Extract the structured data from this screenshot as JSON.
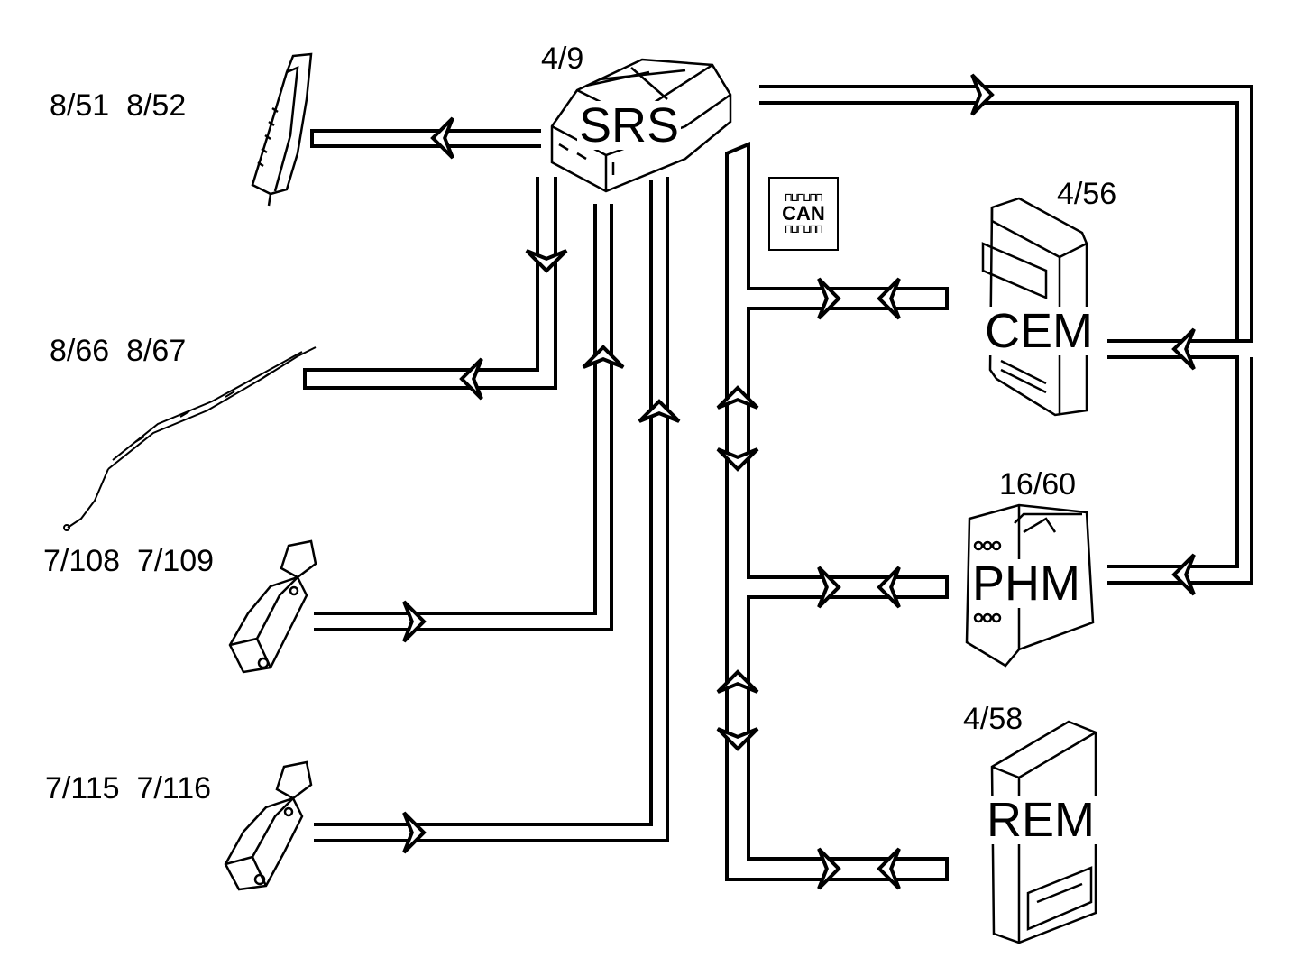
{
  "labels": {
    "srs_number": "4/9",
    "srs_name": "SRS",
    "cem_number": "4/56",
    "cem_name": "CEM",
    "phm_number": "16/60",
    "phm_name": "PHM",
    "rem_number": "4/58",
    "rem_name": "REM",
    "sensor_1": "8/51  8/52",
    "sensor_2": "8/66  8/67",
    "sensor_3": "7/108  7/109",
    "sensor_4": "7/115  7/116",
    "can_label": "CAN"
  },
  "icons": {
    "can": "can-bus-icon",
    "seat_airbag": "seat-airbag-icon",
    "curtain_airbag": "inflatable-curtain-icon",
    "pretensioner": "belt-pretensioner-icon",
    "module": "control-module-icon"
  },
  "colors": {
    "line": "#000000",
    "background": "#ffffff"
  }
}
